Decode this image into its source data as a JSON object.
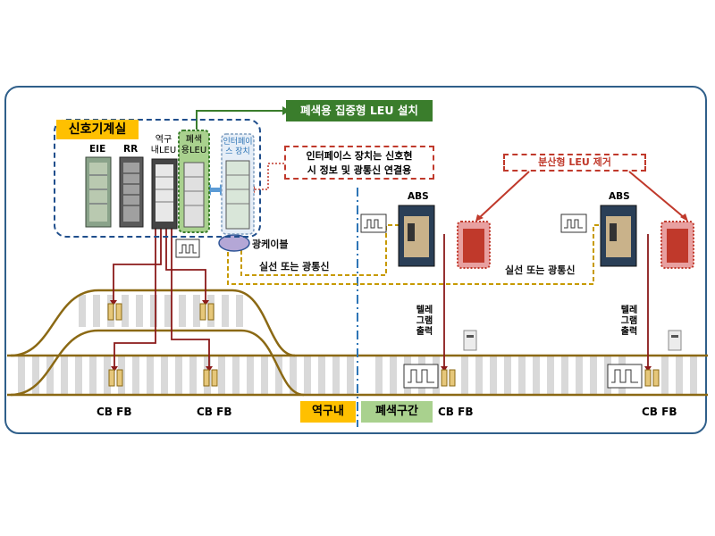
{
  "room": {
    "label": "신호기계실"
  },
  "equipment": {
    "eie": "EIE",
    "rr": "RR",
    "station_leu": "역구\n내LEU",
    "block_leu": "폐색\n용LEU",
    "interface": "인터페이\n스 장치"
  },
  "callouts": {
    "centralized_leu": "폐색용 집중형 LEU 설치",
    "interface_note": "인터페이스 장치는 신호현\n시 정보 및 광통신 연결용",
    "remove_leu": "분산형 LEU 제거",
    "fiber_cable": "광케이블",
    "wire_or_fiber_left": "실선 또는 광통신",
    "wire_or_fiber_right": "실선 또는 광통신"
  },
  "signals": {
    "abs_left": "ABS",
    "abs_right": "ABS"
  },
  "telegram": {
    "left": "텔레\n그램\n출력",
    "right": "텔레\n그램\n출력"
  },
  "track": {
    "cbfb": [
      "CB FB",
      "CB FB",
      "CB FB",
      "CB FB"
    ],
    "zone_station": "역구내",
    "zone_block": "폐색구간"
  },
  "colors": {
    "frame": "#2f5f8a",
    "room_border": "#1f4e8c",
    "rail": "#8b6914",
    "cable": "#8b1a1a",
    "dashed_link": "#c79a00",
    "red": "#c0392b",
    "green": "#3a7d2c",
    "yellow": "#ffc000"
  }
}
